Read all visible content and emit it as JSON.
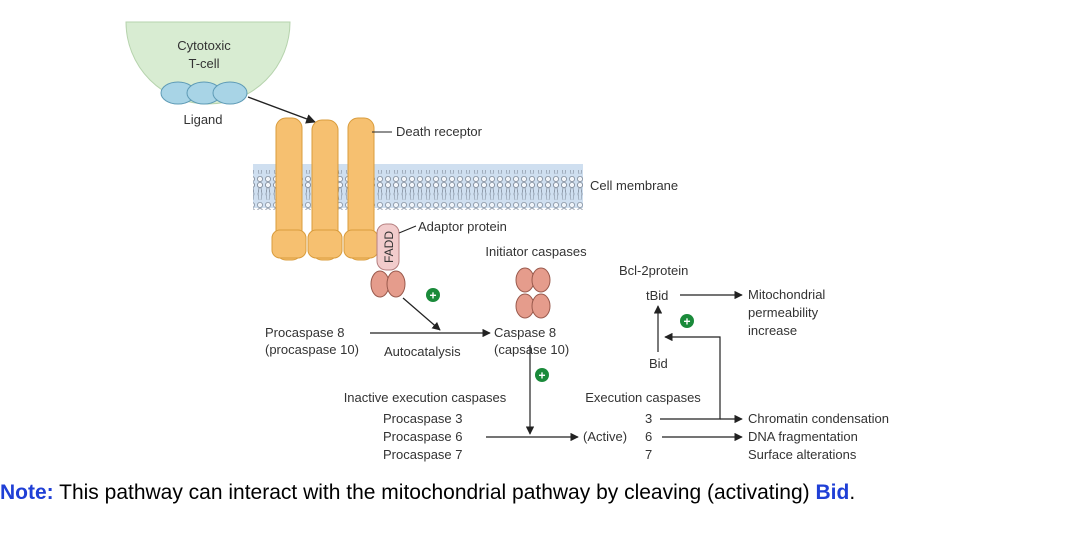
{
  "diagram": {
    "tcell_label": [
      "Cytotoxic",
      "T-cell"
    ],
    "ligand": "Ligand",
    "death_receptor": "Death receptor",
    "cell_membrane": "Cell membrane",
    "adaptor_protein": "Adaptor protein",
    "fadd": "FADD",
    "initiator_caspases": "Initiator caspases",
    "procaspase_8": "Procaspase 8",
    "procaspase_10": "(procaspase 10)",
    "autocatalysis": "Autocatalysis",
    "caspase_8": "Caspase 8",
    "caspase_10": "(capsase 10)",
    "bcl2": "Bcl-2protein",
    "tbid": "tBid",
    "bid": "Bid",
    "mito_effect": [
      "Mitochondrial",
      "permeability",
      "increase"
    ],
    "inactive_header": "Inactive execution caspases",
    "procaspases": [
      "Procaspase 3",
      "Procaspase 6",
      "Procaspase 7"
    ],
    "execution_header": "Execution caspases",
    "active": "(Active)",
    "active_numbers": [
      "3",
      "6",
      "7"
    ],
    "effects": [
      "Chromatin condensation",
      "DNA fragmentation",
      "Surface alterations"
    ],
    "plus_sign": "+"
  },
  "note": {
    "head": "Note:",
    "body": " This pathway can interact with the mitochondrial pathway by cleaving (activating) ",
    "key": "Bid",
    "end": "."
  },
  "colors": {
    "tcell_fill": "#d8ecd2",
    "ligand_fill": "#a8d4e6",
    "receptor_fill": "#f6c070",
    "membrane_band": "#cfdff0",
    "caspase_fill": "#e59c8c",
    "fadd_fill": "#f2cccc",
    "plus_badge": "#1a8a3a",
    "note_blue": "#1f3fd6"
  }
}
